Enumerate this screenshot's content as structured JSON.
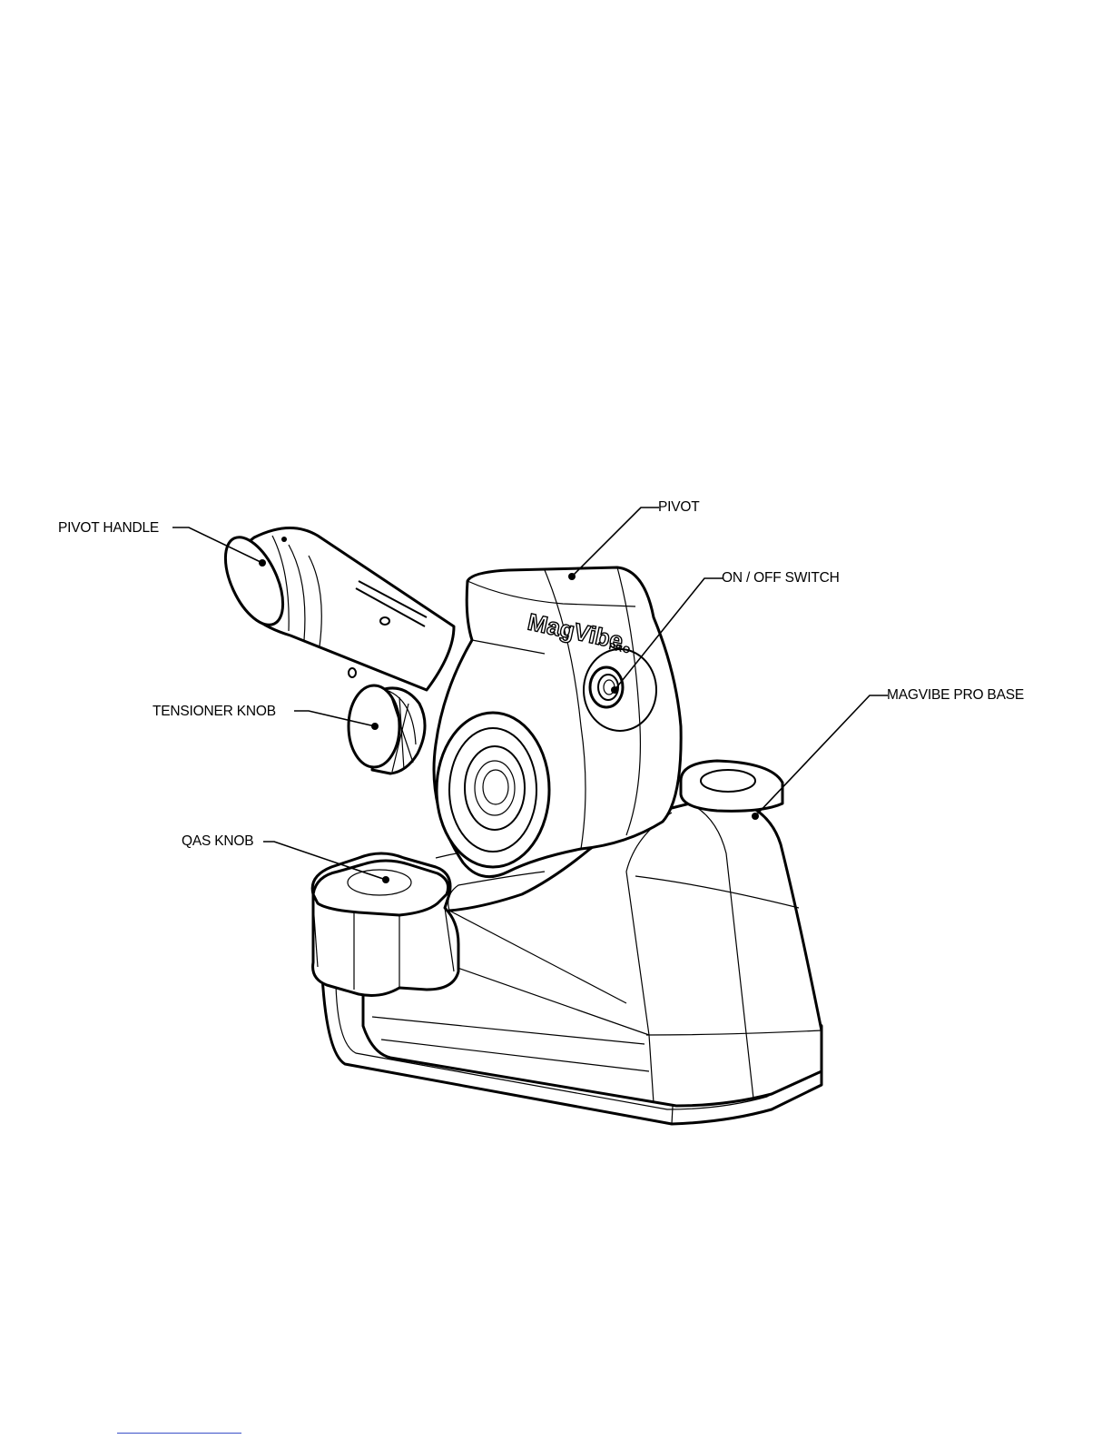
{
  "labels": {
    "pivot_handle": "PIVOT HANDLE",
    "pivot": "PIVOT",
    "on_off_switch": "ON / OFF SWITCH",
    "tensioner_knob": "TENSIONER KNOB",
    "magvibe_pro_base": "MAGVIBE PRO BASE",
    "qas_knob": "QAS KNOB"
  },
  "logo": {
    "brand": "MagVibe",
    "model": "PRO"
  },
  "colors": {
    "line": "#000000",
    "background": "#ffffff",
    "footer_link": "#3a50c8"
  }
}
